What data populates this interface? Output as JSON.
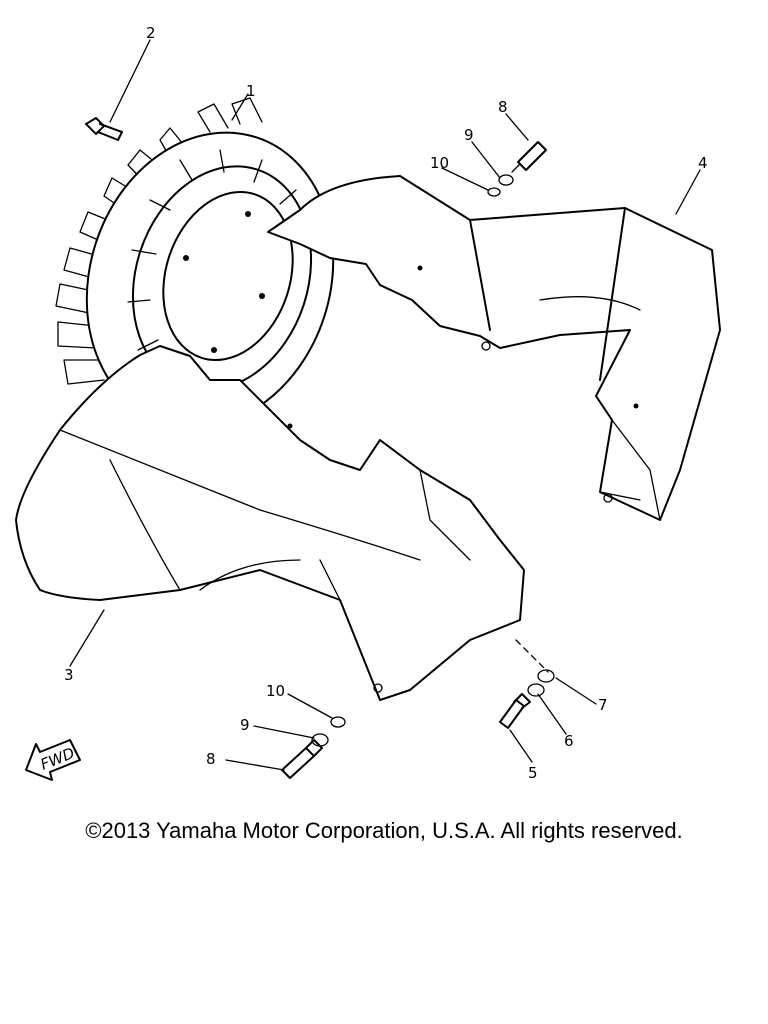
{
  "callouts": [
    {
      "id": "c2",
      "label": "2"
    },
    {
      "id": "c1",
      "label": "1"
    },
    {
      "id": "c8a",
      "label": "8"
    },
    {
      "id": "c9a",
      "label": "9"
    },
    {
      "id": "c10a",
      "label": "10"
    },
    {
      "id": "c4",
      "label": "4"
    },
    {
      "id": "c3",
      "label": "3"
    },
    {
      "id": "c10b",
      "label": "10"
    },
    {
      "id": "c9b",
      "label": "9"
    },
    {
      "id": "c8b",
      "label": "8"
    },
    {
      "id": "c7",
      "label": "7"
    },
    {
      "id": "c6",
      "label": "6"
    },
    {
      "id": "c5",
      "label": "5"
    }
  ],
  "fwd_label": "FWD",
  "copyright": "©2013 Yamaha Motor Corporation, U.S.A. All rights reserved."
}
